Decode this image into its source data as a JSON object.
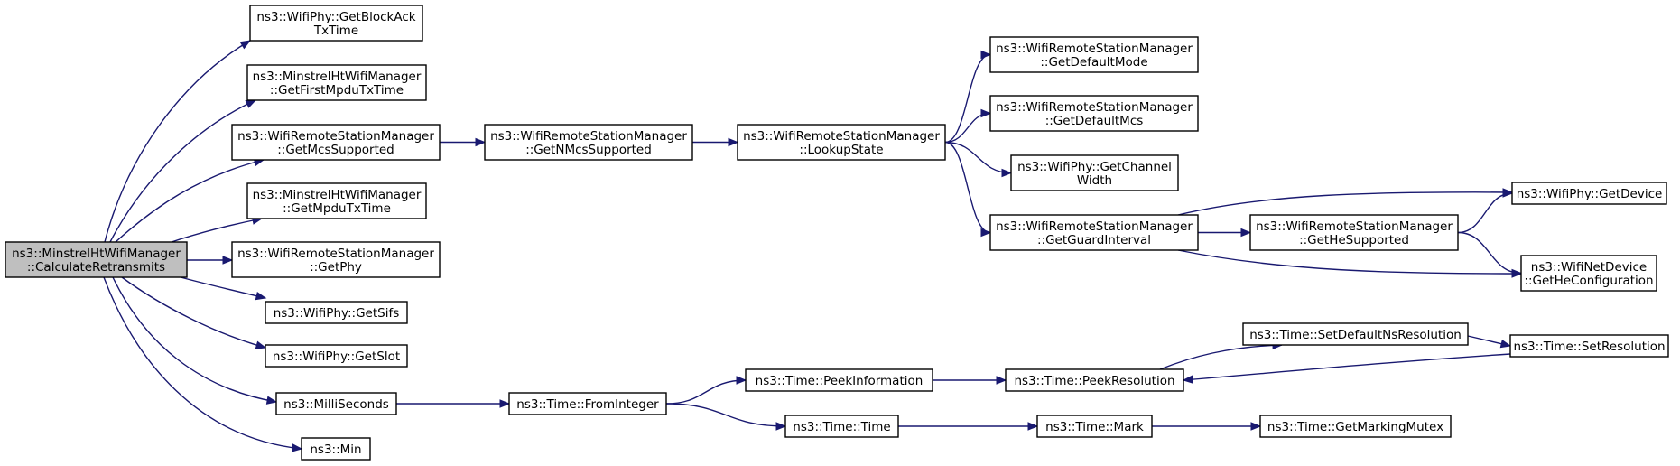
{
  "graph": {
    "nodes": {
      "calc_retransmits": [
        "ns3::MinstrelHtWifiManager",
        "::CalculateRetransmits"
      ],
      "get_block_ack_tx_time": [
        "ns3::WifiPhy::GetBlockAck",
        "TxTime"
      ],
      "get_first_mpdu_tx_time": [
        "ns3::MinstrelHtWifiManager",
        "::GetFirstMpduTxTime"
      ],
      "get_mcs_supported": [
        "ns3::WifiRemoteStationManager",
        "::GetMcsSupported"
      ],
      "get_mpdu_tx_time": [
        "ns3::MinstrelHtWifiManager",
        "::GetMpduTxTime"
      ],
      "get_phy": [
        "ns3::WifiRemoteStationManager",
        "::GetPhy"
      ],
      "get_sifs": [
        "ns3::WifiPhy::GetSifs"
      ],
      "get_slot": [
        "ns3::WifiPhy::GetSlot"
      ],
      "milli_seconds": [
        "ns3::MilliSeconds"
      ],
      "min": [
        "ns3::Min"
      ],
      "get_n_mcs_supported": [
        "ns3::WifiRemoteStationManager",
        "::GetNMcsSupported"
      ],
      "lookup_state": [
        "ns3::WifiRemoteStationManager",
        "::LookupState"
      ],
      "get_default_mode": [
        "ns3::WifiRemoteStationManager",
        "::GetDefaultMode"
      ],
      "get_default_mcs": [
        "ns3::WifiRemoteStationManager",
        "::GetDefaultMcs"
      ],
      "get_channel_width": [
        "ns3::WifiPhy::GetChannel",
        "Width"
      ],
      "get_guard_interval": [
        "ns3::WifiRemoteStationManager",
        "::GetGuardInterval"
      ],
      "get_he_supported": [
        "ns3::WifiRemoteStationManager",
        "::GetHeSupported"
      ],
      "get_device": [
        "ns3::WifiPhy::GetDevice"
      ],
      "get_he_configuration": [
        "ns3::WifiNetDevice",
        "::GetHeConfiguration"
      ],
      "from_integer": [
        "ns3::Time::FromInteger"
      ],
      "peek_information": [
        "ns3::Time::PeekInformation"
      ],
      "time_ctor": [
        "ns3::Time::Time"
      ],
      "peek_resolution": [
        "ns3::Time::PeekResolution"
      ],
      "set_default_ns_resolution": [
        "ns3::Time::SetDefaultNsResolution"
      ],
      "set_resolution": [
        "ns3::Time::SetResolution"
      ],
      "time_mark": [
        "ns3::Time::Mark"
      ],
      "get_marking_mutex": [
        "ns3::Time::GetMarkingMutex"
      ]
    },
    "edges": [
      [
        "calc_retransmits",
        "get_block_ack_tx_time"
      ],
      [
        "calc_retransmits",
        "get_first_mpdu_tx_time"
      ],
      [
        "calc_retransmits",
        "get_mcs_supported"
      ],
      [
        "calc_retransmits",
        "get_mpdu_tx_time"
      ],
      [
        "calc_retransmits",
        "get_phy"
      ],
      [
        "calc_retransmits",
        "get_sifs"
      ],
      [
        "calc_retransmits",
        "get_slot"
      ],
      [
        "calc_retransmits",
        "milli_seconds"
      ],
      [
        "calc_retransmits",
        "min"
      ],
      [
        "get_mcs_supported",
        "get_n_mcs_supported"
      ],
      [
        "get_n_mcs_supported",
        "lookup_state"
      ],
      [
        "lookup_state",
        "get_default_mode"
      ],
      [
        "lookup_state",
        "get_default_mcs"
      ],
      [
        "lookup_state",
        "get_channel_width"
      ],
      [
        "lookup_state",
        "get_guard_interval"
      ],
      [
        "get_guard_interval",
        "get_device"
      ],
      [
        "get_guard_interval",
        "get_he_supported"
      ],
      [
        "get_guard_interval",
        "get_he_configuration"
      ],
      [
        "get_he_supported",
        "get_device"
      ],
      [
        "get_he_supported",
        "get_he_configuration"
      ],
      [
        "milli_seconds",
        "from_integer"
      ],
      [
        "from_integer",
        "peek_information"
      ],
      [
        "from_integer",
        "time_ctor"
      ],
      [
        "peek_information",
        "peek_resolution"
      ],
      [
        "peek_resolution",
        "set_default_ns_resolution"
      ],
      [
        "set_default_ns_resolution",
        "set_resolution"
      ],
      [
        "set_resolution",
        "peek_resolution"
      ],
      [
        "time_ctor",
        "time_mark"
      ],
      [
        "time_mark",
        "get_marking_mutex"
      ]
    ]
  },
  "colors": {
    "edge": "#191970",
    "root_fill": "#bfbfbf",
    "node_fill": "#ffffff",
    "node_stroke": "#000000"
  }
}
